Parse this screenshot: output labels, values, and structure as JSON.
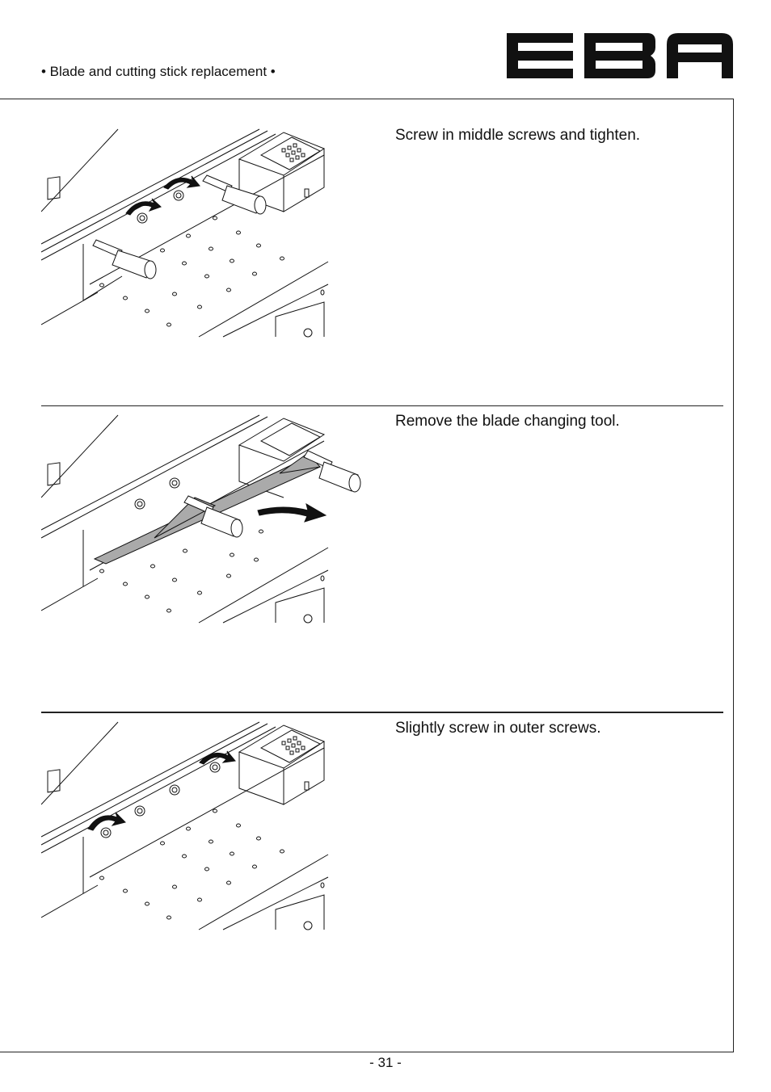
{
  "header": {
    "title": "• Blade and cutting stick replacement •",
    "logo_text": "EBA"
  },
  "steps": [
    {
      "text": "Screw in middle screws and tighten."
    },
    {
      "text": "Remove the blade changing tool."
    },
    {
      "text": "Slightly screw in outer screws."
    }
  ],
  "footer": {
    "page_number": "- 31 -"
  }
}
